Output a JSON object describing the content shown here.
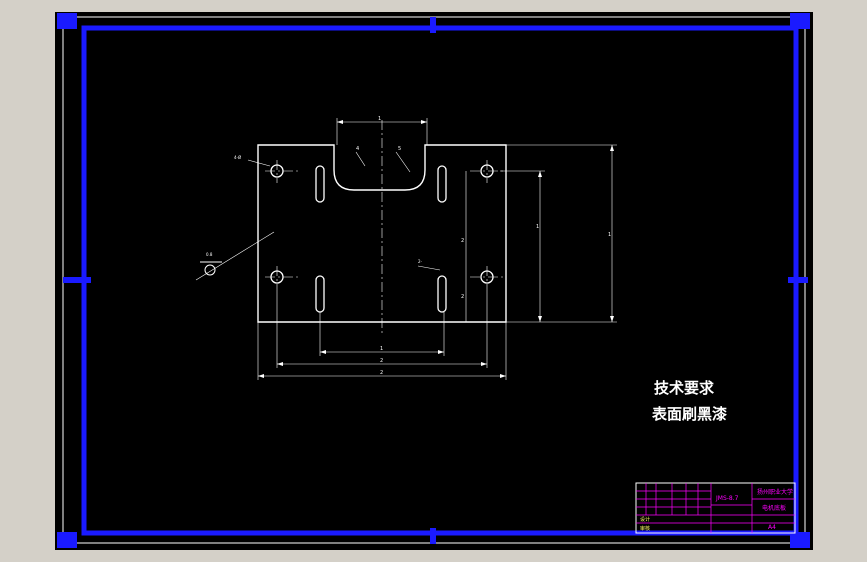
{
  "colors": {
    "frame_bg": "#d4d0c8",
    "canvas_bg": "#000000",
    "border_blue": "#1a1aff",
    "line_white": "#ffffff",
    "title_block_magenta": "#ff00ff",
    "title_block_yellow": "#ffff66"
  },
  "drawing": {
    "technical_requirements": {
      "heading": "技术要求",
      "line1": "表面刷黑漆"
    },
    "dimensions": {
      "top_slot_width": "1",
      "radius_left": "4",
      "radius_right": "5",
      "hole_callout": "4-Ø",
      "slot_callout": "2-",
      "bottom_inner": "1",
      "bottom_middle": "2",
      "bottom_overall": "2",
      "right_inner": "1",
      "right_overall": "1",
      "mid_vertical_1": "2",
      "mid_vertical_2": "2",
      "leader_label": "0.8"
    }
  },
  "title_block": {
    "drawing_number": "JMS-8.7",
    "school": "扬州职业大学",
    "part_name": "电机底板",
    "sheet_size": "A4",
    "design_row": "设计",
    "review_row": "审核"
  }
}
